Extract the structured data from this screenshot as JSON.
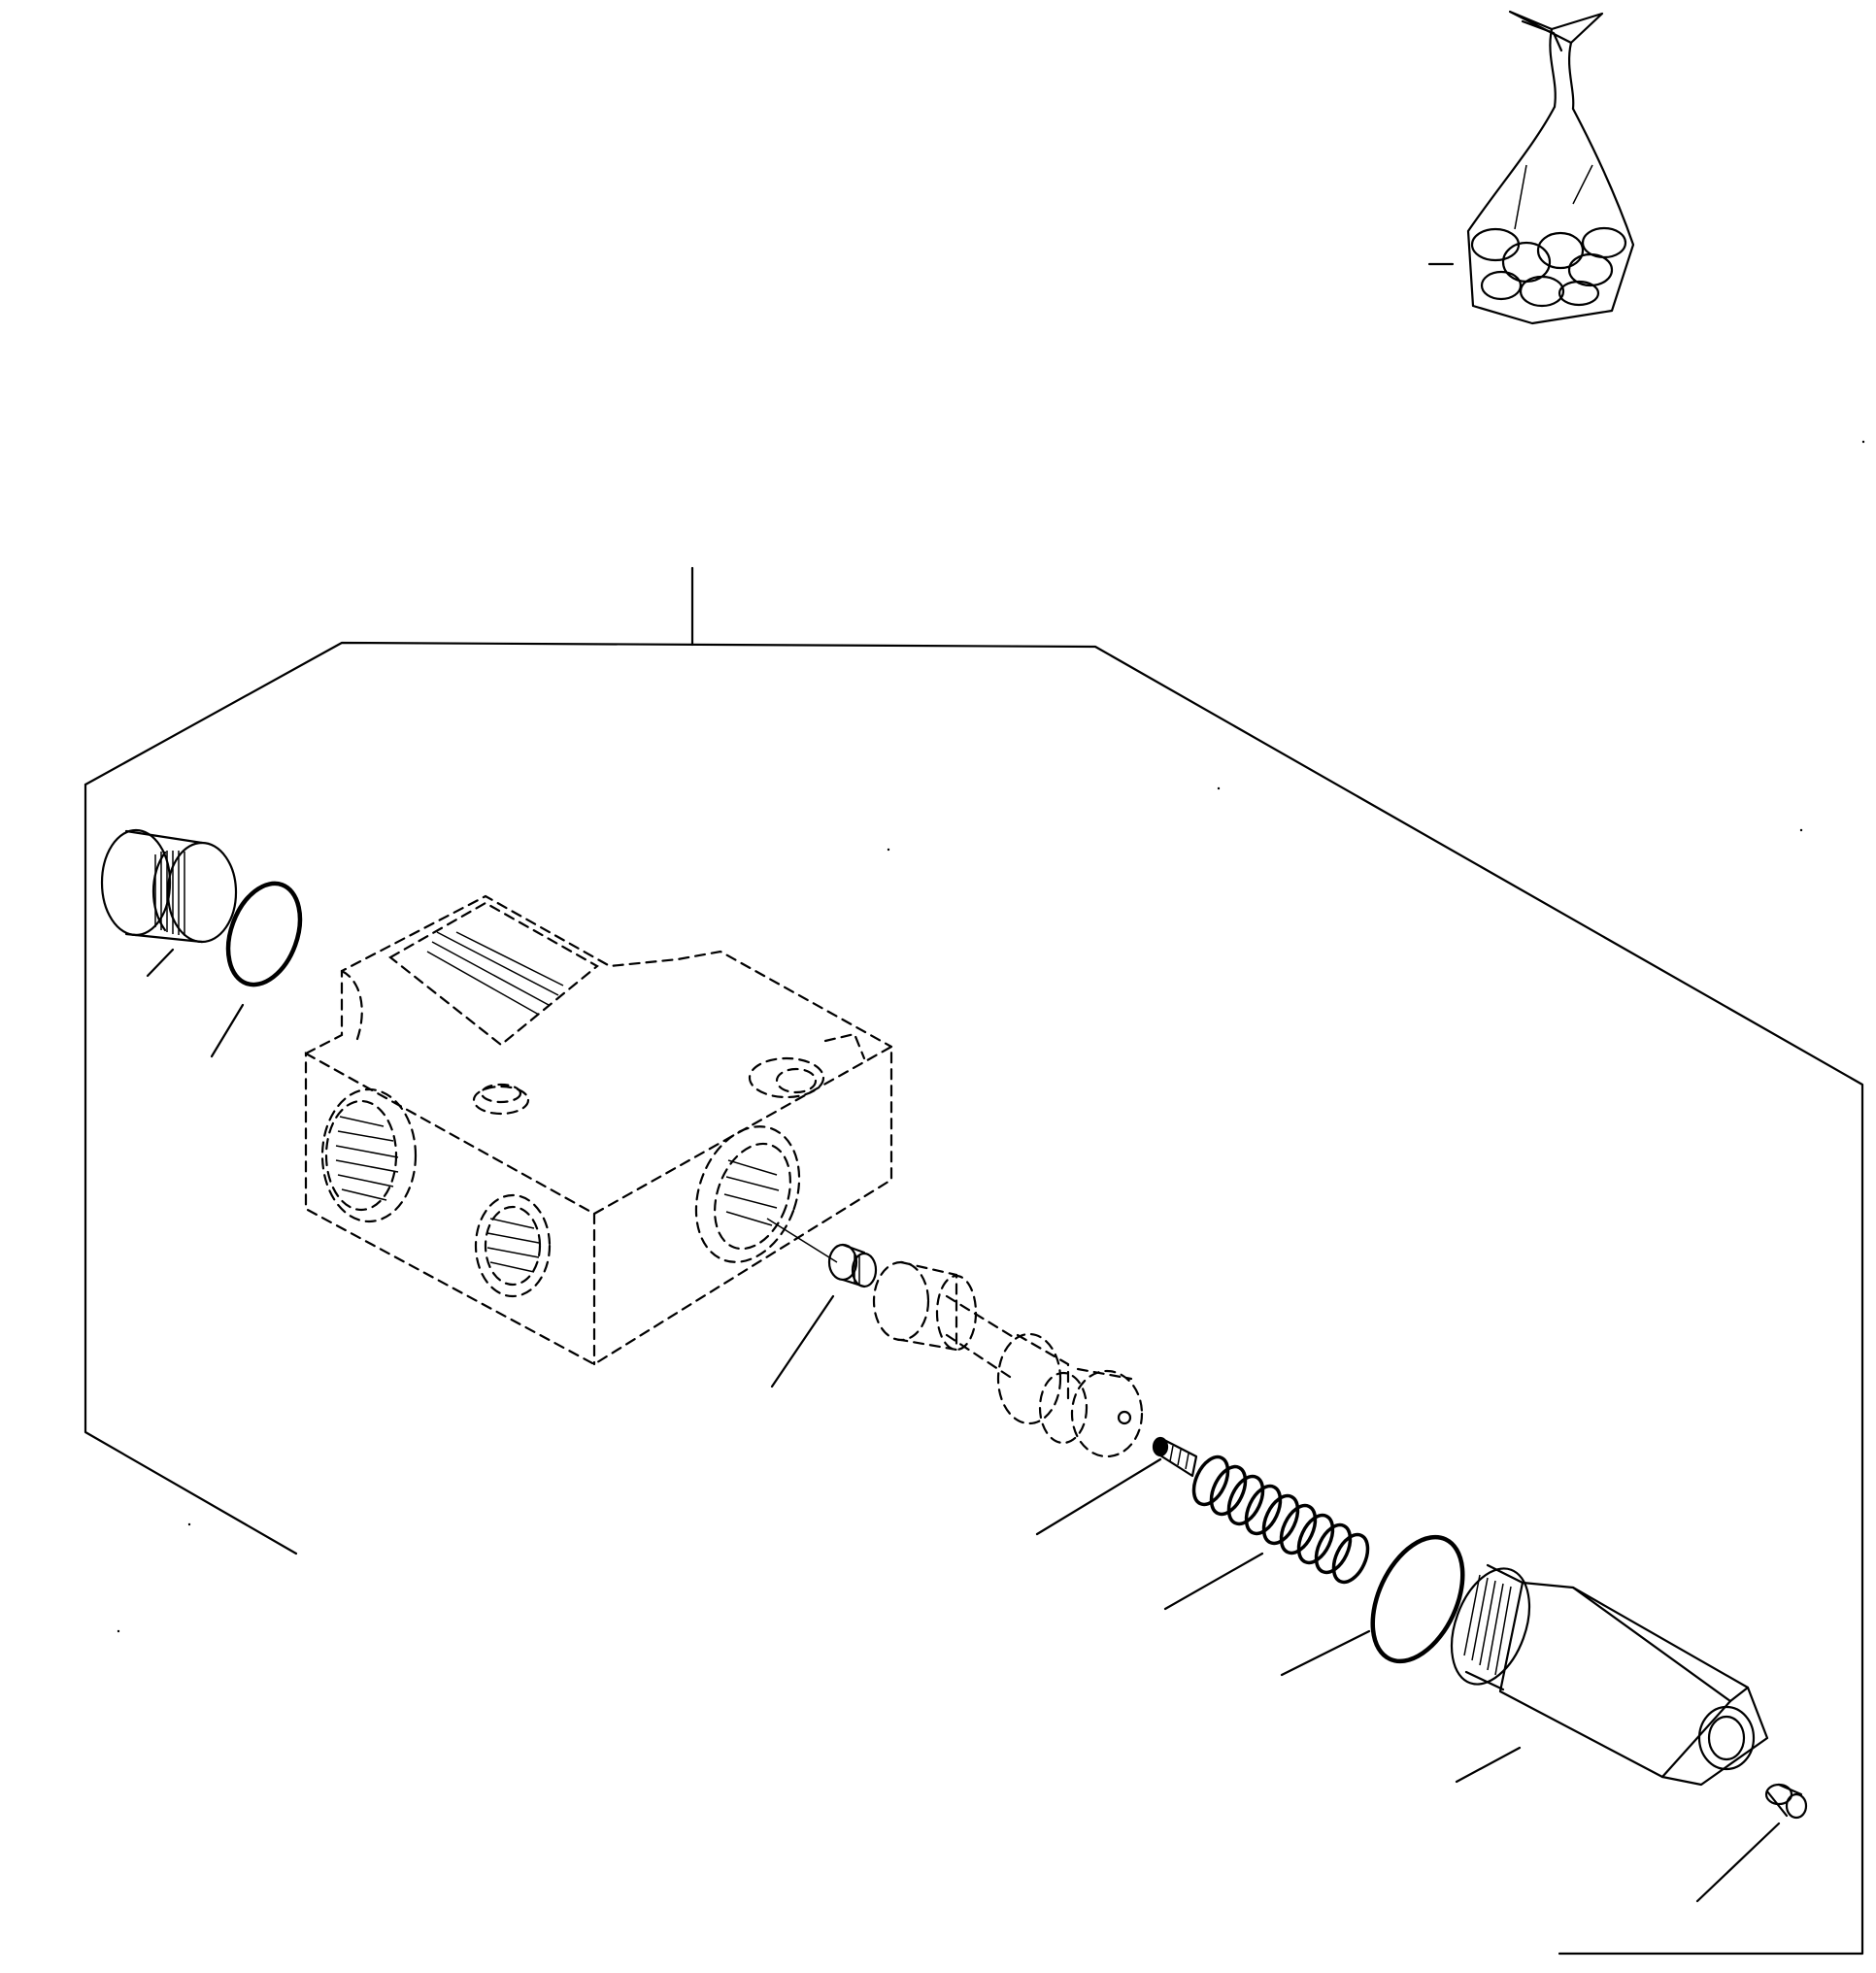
{
  "diagram": {
    "kind": "exploded parts drawing (relief valve assembly)",
    "callouts": [
      {
        "part": "seal-kit-bag",
        "label": ""
      },
      {
        "part": "valve-assembly",
        "label": ""
      },
      {
        "part": "plug",
        "label": ""
      },
      {
        "part": "o-ring-upper",
        "label": ""
      },
      {
        "part": "seat",
        "label": ""
      },
      {
        "part": "poppet",
        "label": ""
      },
      {
        "part": "pin",
        "label": ""
      },
      {
        "part": "spring",
        "label": ""
      },
      {
        "part": "o-ring-lower",
        "label": ""
      },
      {
        "part": "adjuster-body",
        "label": ""
      },
      {
        "part": "cap-screw",
        "label": ""
      },
      {
        "part": "valve-housing",
        "label": ""
      }
    ]
  }
}
